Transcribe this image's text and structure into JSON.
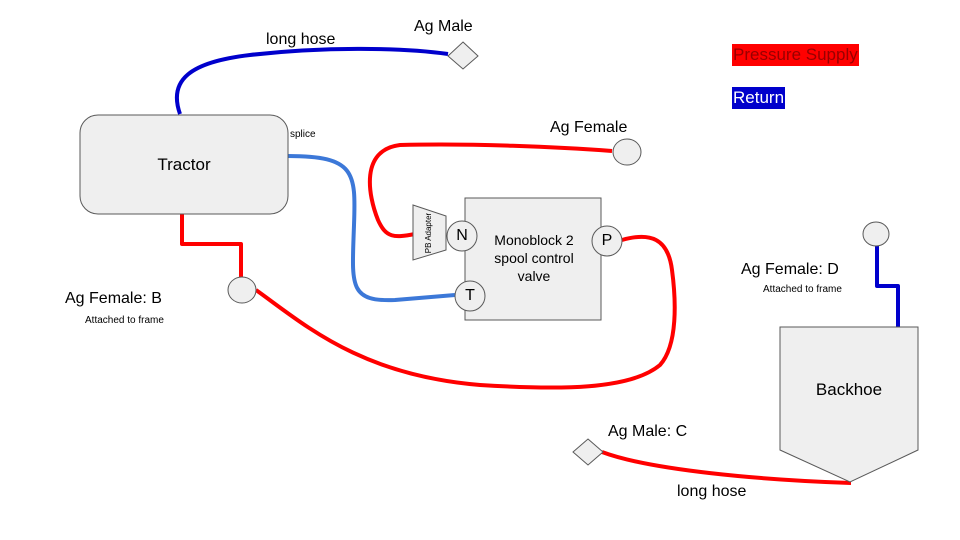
{
  "colors": {
    "pressure": "#ff0000",
    "return_dark": "#0000cc",
    "return_light": "#3c78d8",
    "node_fill": "#efefef",
    "node_stroke": "#595959",
    "legend_pressure_text": "#980000",
    "legend_return_text": "#ffffff"
  },
  "legend": {
    "pressure_label": "Pressure Supply",
    "return_label": "Return"
  },
  "nodes": {
    "tractor": {
      "label": "Tractor"
    },
    "valve": {
      "label": "Monoblock 2 spool control valve"
    },
    "backhoe": {
      "label": "Backhoe"
    },
    "adapter": {
      "label": "PB Adapter"
    },
    "port_n": {
      "label": "N"
    },
    "port_t": {
      "label": "T"
    },
    "port_p": {
      "label": "P"
    }
  },
  "labels": {
    "long_hose_top": "long hose",
    "ag_male_top": "Ag Male",
    "splice": "splice",
    "ag_female_top": "Ag Female",
    "ag_female_b": "Ag Female: B",
    "ag_female_b_note": "Attached to frame",
    "ag_female_d": "Ag Female: D",
    "ag_female_d_note": "Attached to frame",
    "ag_male_c": "Ag Male: C",
    "long_hose_bottom": "long hose"
  }
}
